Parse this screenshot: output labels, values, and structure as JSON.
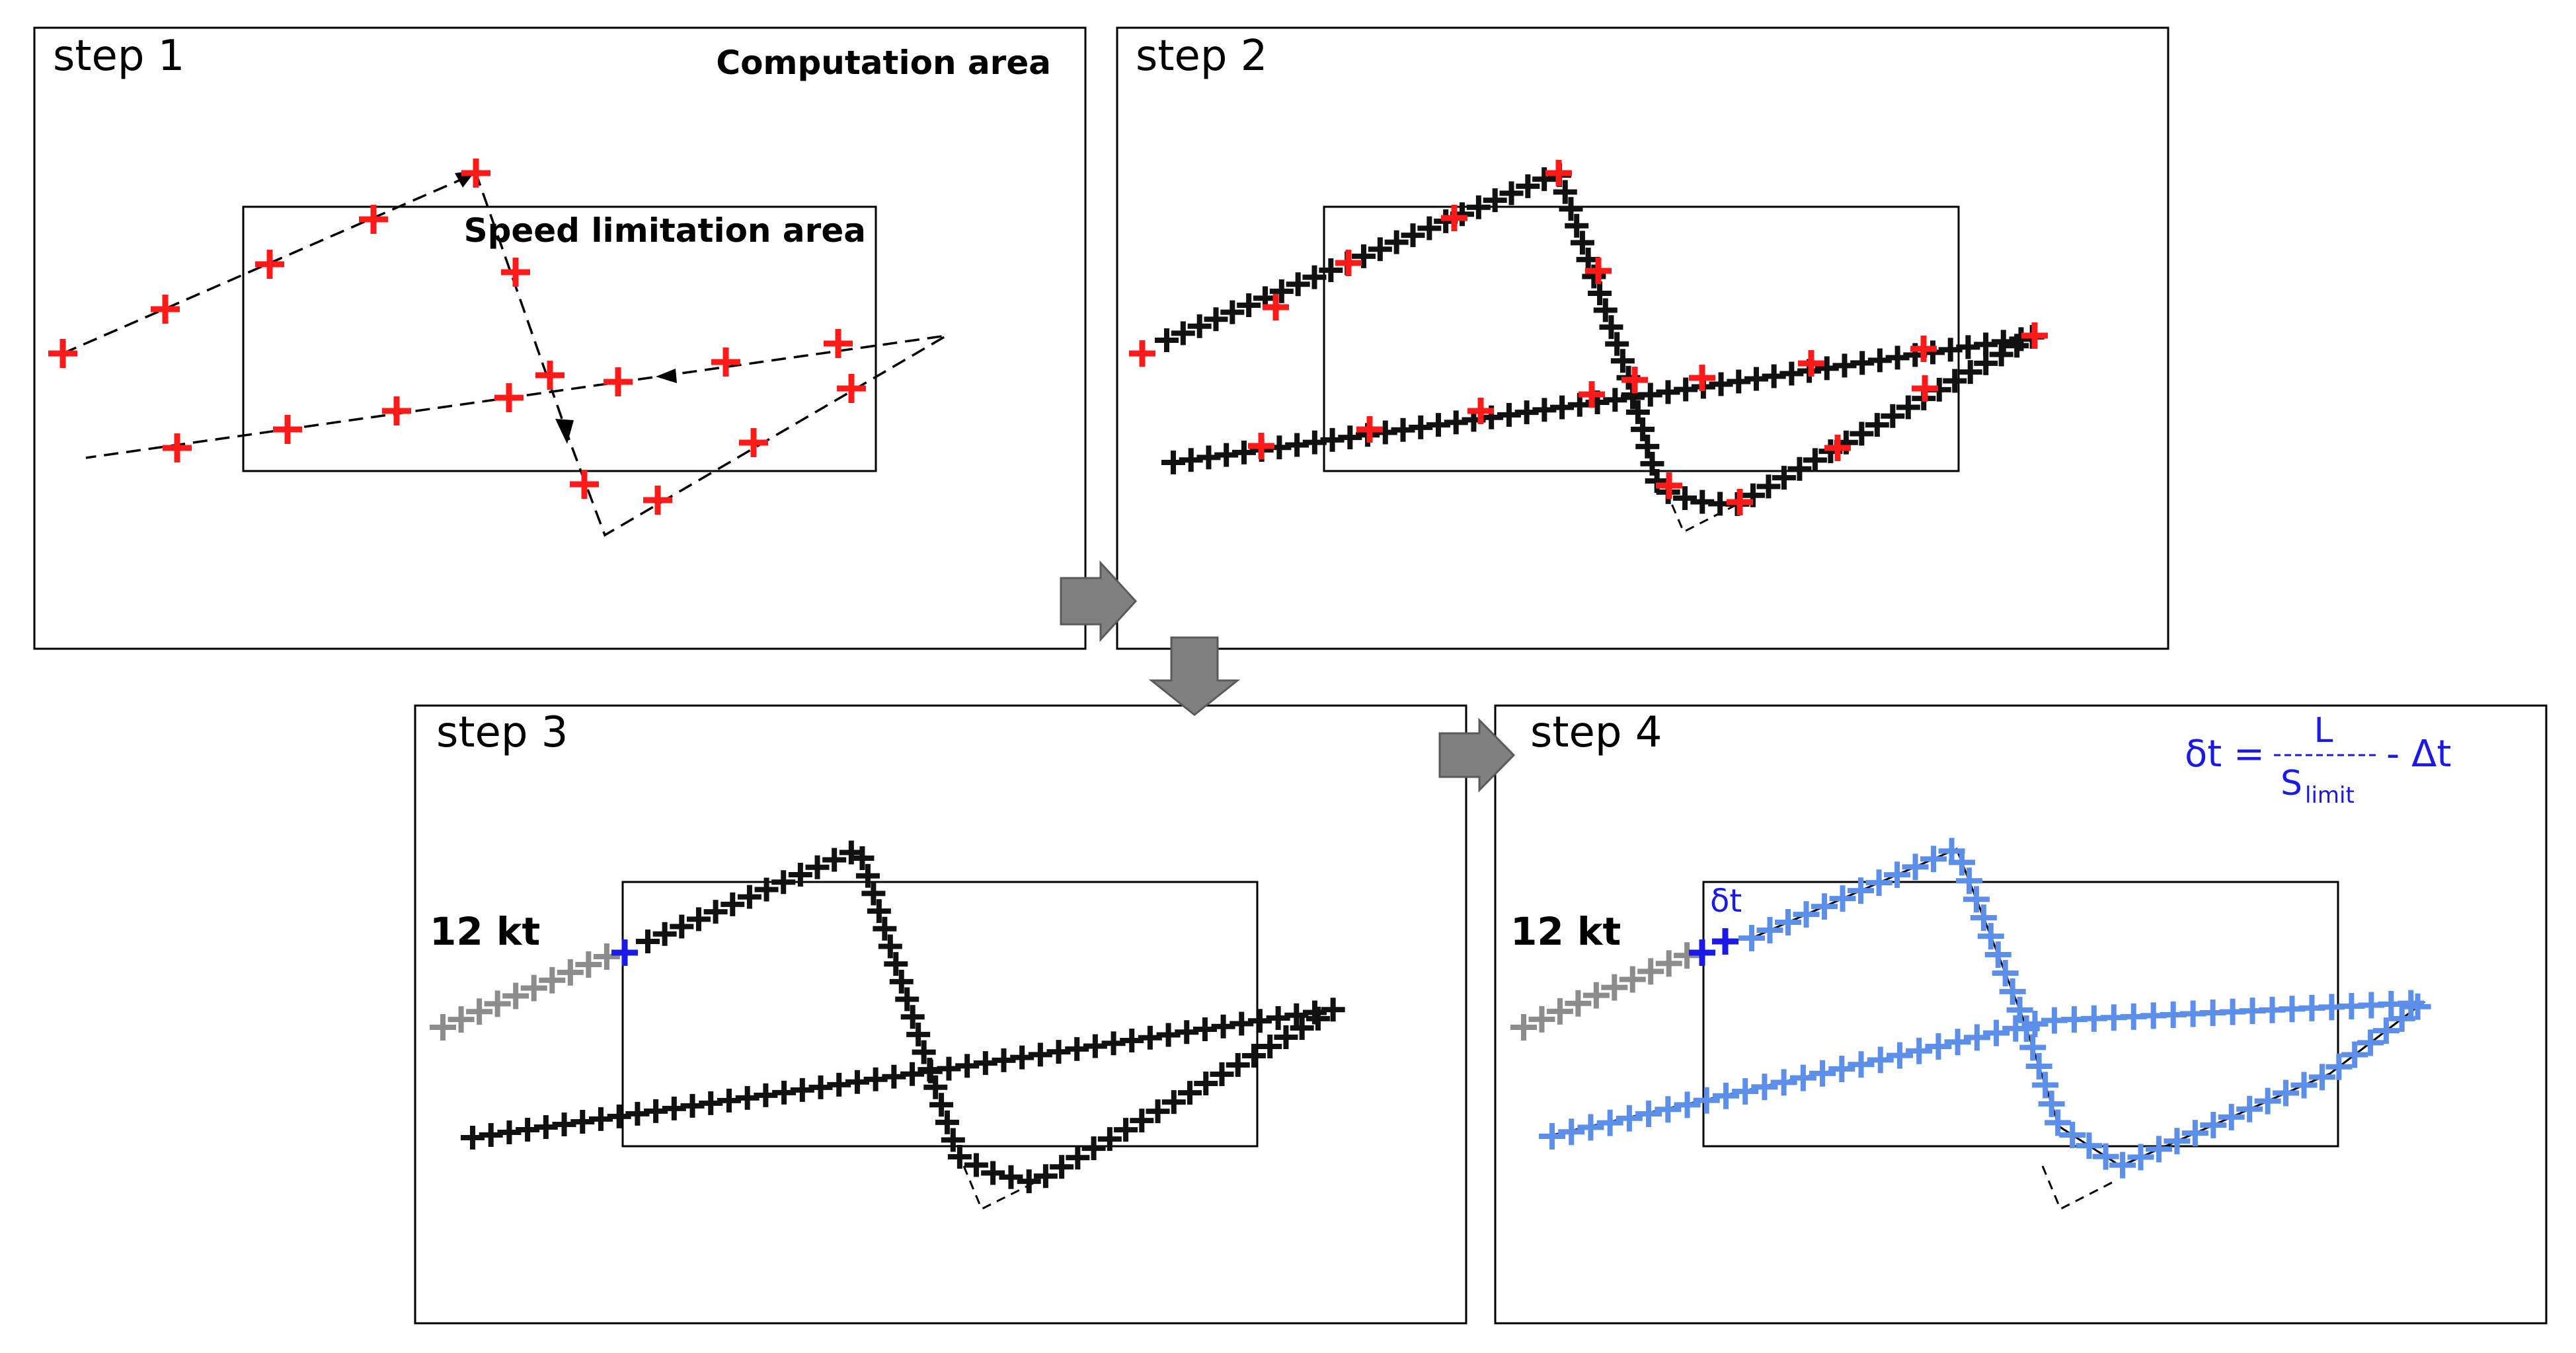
{
  "steps": [
    {
      "label": "step 1",
      "computation_area_label": "Computation area",
      "speed_area_label": "Speed limitation area"
    },
    {
      "label": "step 2"
    },
    {
      "label": "step 3",
      "speed_label": "12 kt"
    },
    {
      "label": "step 4",
      "speed_label": "12 kt",
      "delta_t_label": "δt"
    }
  ],
  "formula": {
    "lhs": "δt =",
    "numerator": "L",
    "denominator": "S",
    "denominator_sub": "limit",
    "rhs": "- Δt"
  },
  "colors": {
    "red": "#ff1a1a",
    "black": "#111111",
    "gray": "#8c8c8c",
    "blue": "#1a1ae6",
    "light_blue": "#5b8fea",
    "arrow": "#808080"
  },
  "icons": [
    "plus-marker-icon",
    "flow-arrow-icon",
    "direction-arrowhead-icon"
  ]
}
